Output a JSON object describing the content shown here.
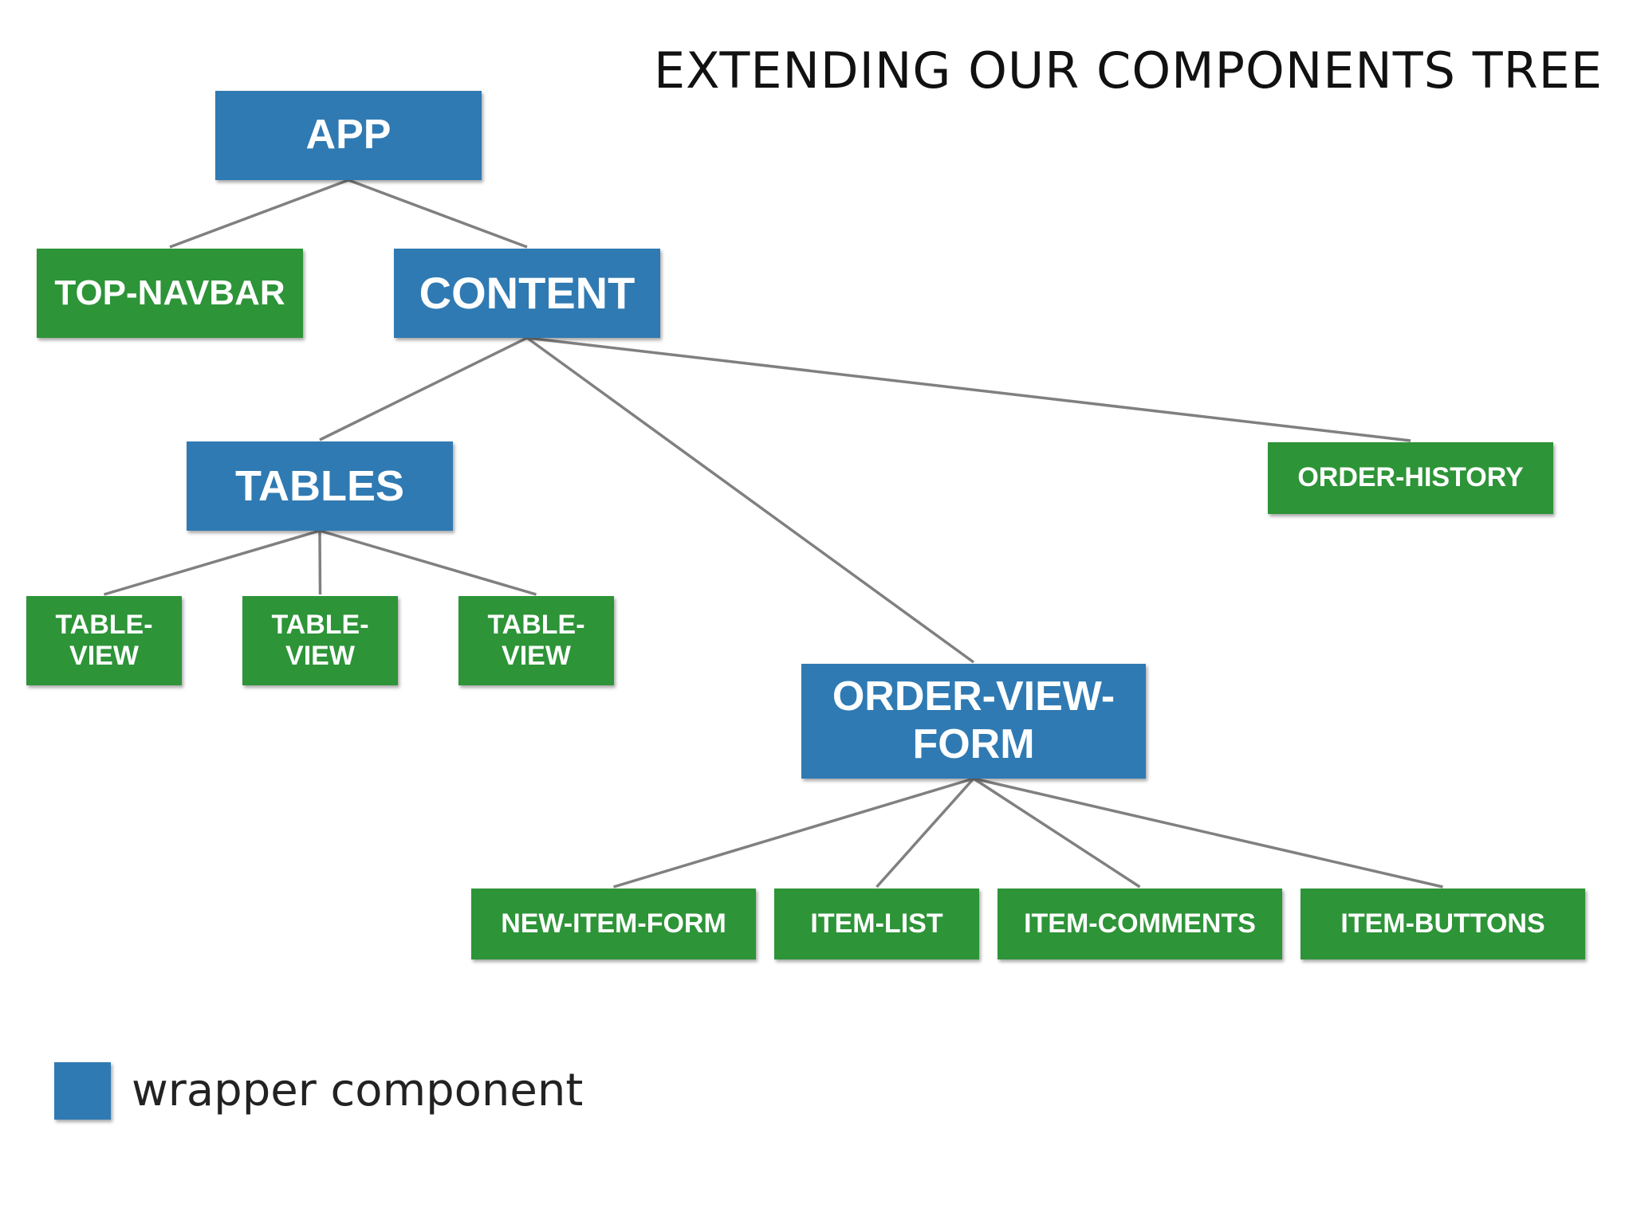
{
  "title": "EXTENDING OUR COMPONENTS TREE",
  "colors": {
    "wrapper": "#2f7ab3",
    "leaf": "#2d9438",
    "connector": "#808080"
  },
  "nodes": [
    {
      "id": "app",
      "label": "APP",
      "kind": "wrapper"
    },
    {
      "id": "top-navbar",
      "label": "TOP-NAVBAR",
      "kind": "leaf"
    },
    {
      "id": "content",
      "label": "CONTENT",
      "kind": "wrapper"
    },
    {
      "id": "tables",
      "label": "TABLES",
      "kind": "wrapper"
    },
    {
      "id": "order-history",
      "label": "ORDER-HISTORY",
      "kind": "leaf"
    },
    {
      "id": "table-view-1",
      "label": "TABLE-\nVIEW",
      "kind": "leaf"
    },
    {
      "id": "table-view-2",
      "label": "TABLE-\nVIEW",
      "kind": "leaf"
    },
    {
      "id": "table-view-3",
      "label": "TABLE-\nVIEW",
      "kind": "leaf"
    },
    {
      "id": "order-view-form",
      "label": "ORDER-VIEW-\nFORM",
      "kind": "wrapper"
    },
    {
      "id": "new-item-form",
      "label": "NEW-ITEM-FORM",
      "kind": "leaf"
    },
    {
      "id": "item-list",
      "label": "ITEM-LIST",
      "kind": "leaf"
    },
    {
      "id": "item-comments",
      "label": "ITEM-COMMENTS",
      "kind": "leaf"
    },
    {
      "id": "item-buttons",
      "label": "ITEM-BUTTONS",
      "kind": "leaf"
    }
  ],
  "edges": [
    {
      "from": "app",
      "to": "top-navbar"
    },
    {
      "from": "app",
      "to": "content"
    },
    {
      "from": "content",
      "to": "tables"
    },
    {
      "from": "content",
      "to": "order-view-form"
    },
    {
      "from": "content",
      "to": "order-history"
    },
    {
      "from": "tables",
      "to": "table-view-1"
    },
    {
      "from": "tables",
      "to": "table-view-2"
    },
    {
      "from": "tables",
      "to": "table-view-3"
    },
    {
      "from": "order-view-form",
      "to": "new-item-form"
    },
    {
      "from": "order-view-form",
      "to": "item-list"
    },
    {
      "from": "order-view-form",
      "to": "item-comments"
    },
    {
      "from": "order-view-form",
      "to": "item-buttons"
    }
  ],
  "legend": {
    "label": "wrapper component"
  }
}
